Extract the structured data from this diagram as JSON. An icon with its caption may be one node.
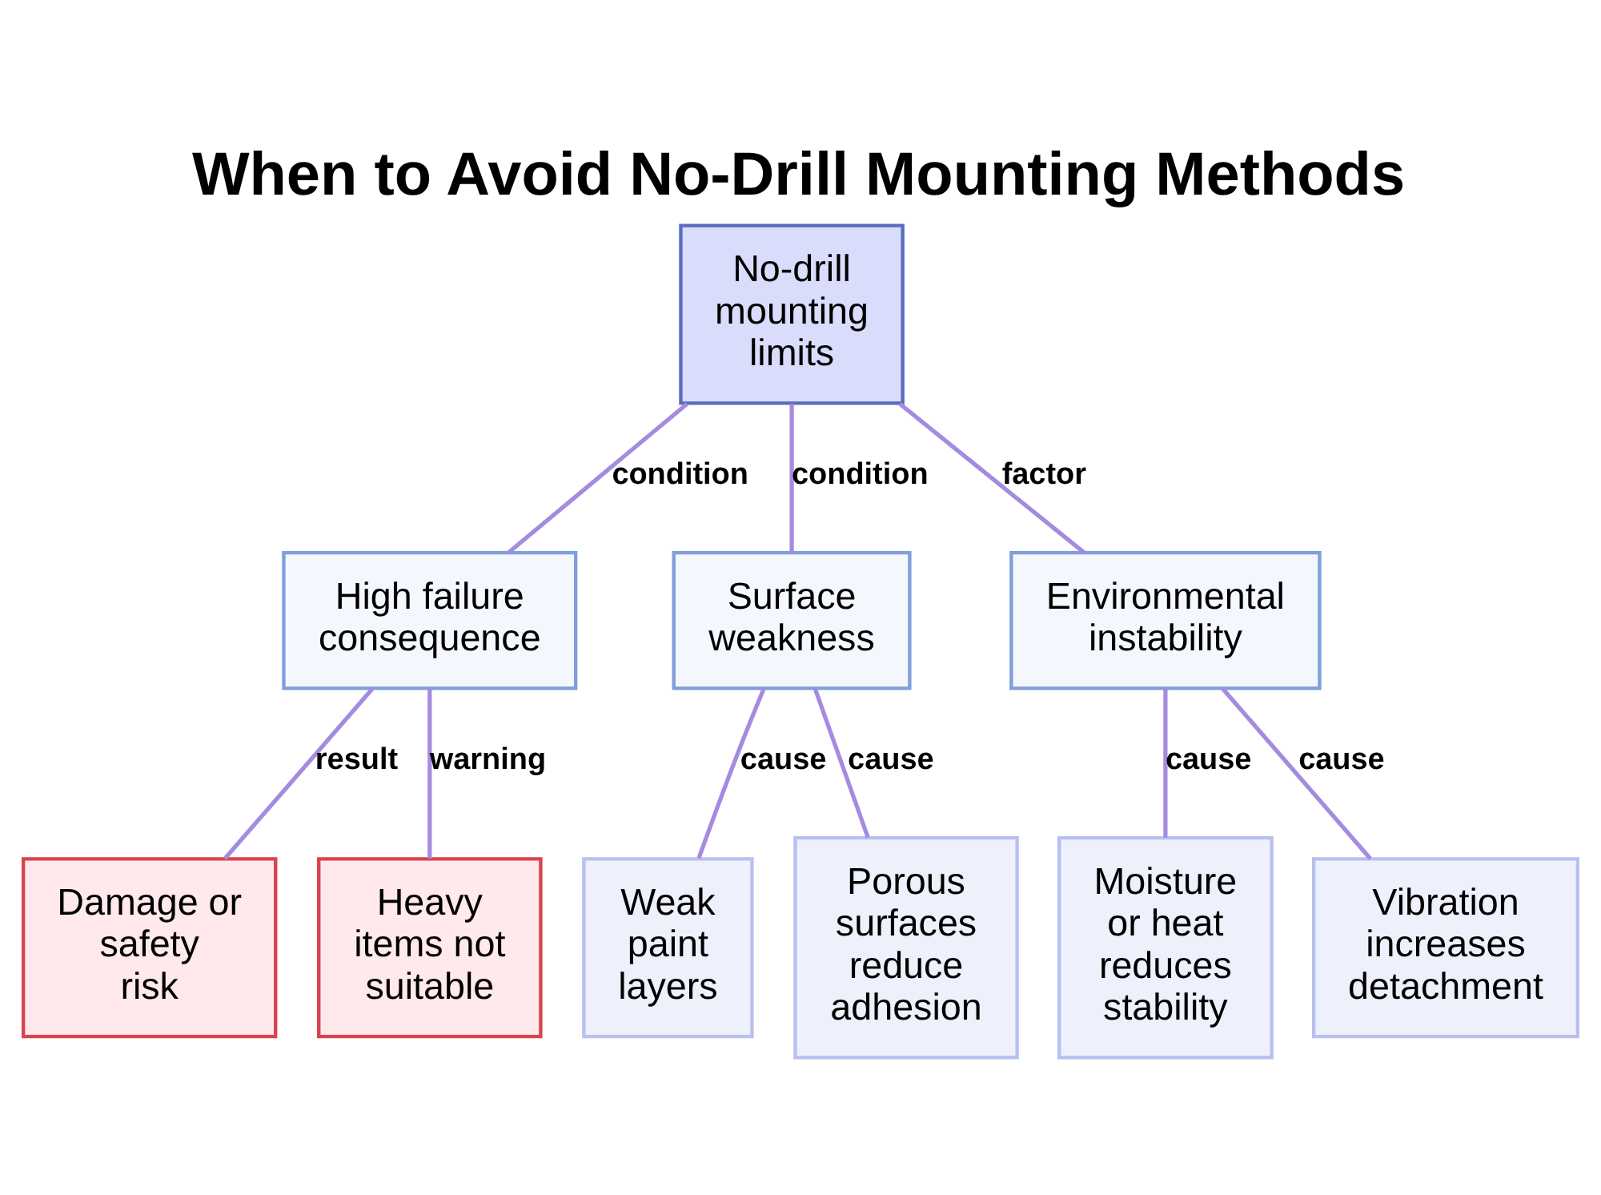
{
  "diagram": {
    "title": "When to Avoid No-Drill Mounting Methods",
    "nodes": [
      {
        "text": [
          "No-drill mounting limits"
        ]
      },
      {
        "text": [
          "High failure consequence"
        ]
      },
      {
        "text": [
          "Surface weakness"
        ]
      },
      {
        "text": [
          "Environmental instability"
        ]
      },
      {
        "text": [
          "Damage or safety risk"
        ]
      },
      {
        "text": [
          "Heavy items not suitable"
        ]
      },
      {
        "text": [
          "Weak paint layers"
        ]
      },
      {
        "text": [
          "Porous surfaces reduce adhesion"
        ]
      },
      {
        "text": [
          "Moisture or heat reduces stability"
        ]
      },
      {
        "text": [
          "Vibration increases detachment"
        ]
      }
    ],
    "edges": [
      {
        "from": 0,
        "to": 1,
        "arrow": "none",
        "label": "condition"
      },
      {
        "from": 0,
        "to": 2,
        "arrow": "none",
        "label": "condition"
      },
      {
        "from": 0,
        "to": 3,
        "arrow": "none",
        "label": "factor"
      },
      {
        "from": 1,
        "to": 4,
        "arrow": "none",
        "label": "result"
      },
      {
        "from": 1,
        "to": 5,
        "arrow": "none",
        "label": "warning"
      },
      {
        "from": 2,
        "to": 6,
        "arrow": "none",
        "label": "cause"
      },
      {
        "from": 2,
        "to": 7,
        "arrow": "none",
        "label": "cause"
      },
      {
        "from": 3,
        "to": 8,
        "arrow": "none",
        "label": "cause"
      },
      {
        "from": 3,
        "to": 9,
        "arrow": "none",
        "label": "cause"
      }
    ]
  }
}
